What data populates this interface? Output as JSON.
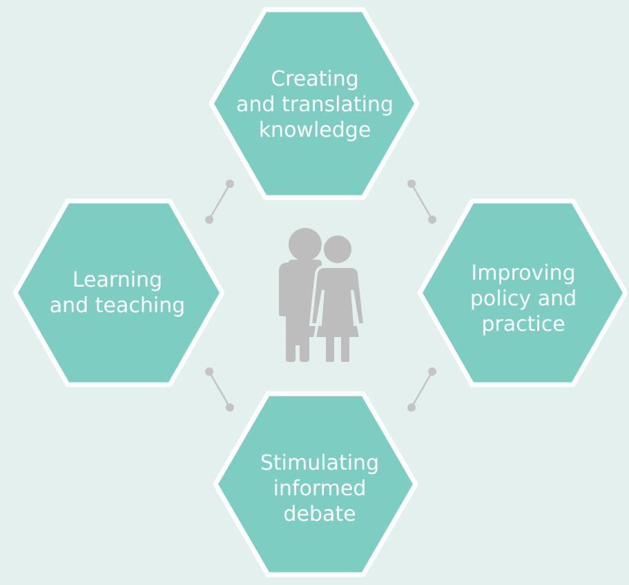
{
  "hexagons": {
    "top": {
      "lines": [
        "Creating",
        "and translating",
        "knowledge"
      ]
    },
    "left": {
      "lines": [
        "Learning",
        "and teaching"
      ]
    },
    "right": {
      "lines": [
        "Improving",
        "policy and",
        "practice"
      ]
    },
    "bottom": {
      "lines": [
        "Stimulating",
        "informed",
        "debate"
      ]
    }
  },
  "center_icon": "elderly-couple-icon",
  "colors": {
    "background": "#e3f0ee",
    "hexagon_fill": "#7ecdc2",
    "hexagon_border": "#ffffff",
    "connector": "#c4c4c4",
    "icon": "#bdbdbd",
    "label_text": "#ffffff"
  }
}
